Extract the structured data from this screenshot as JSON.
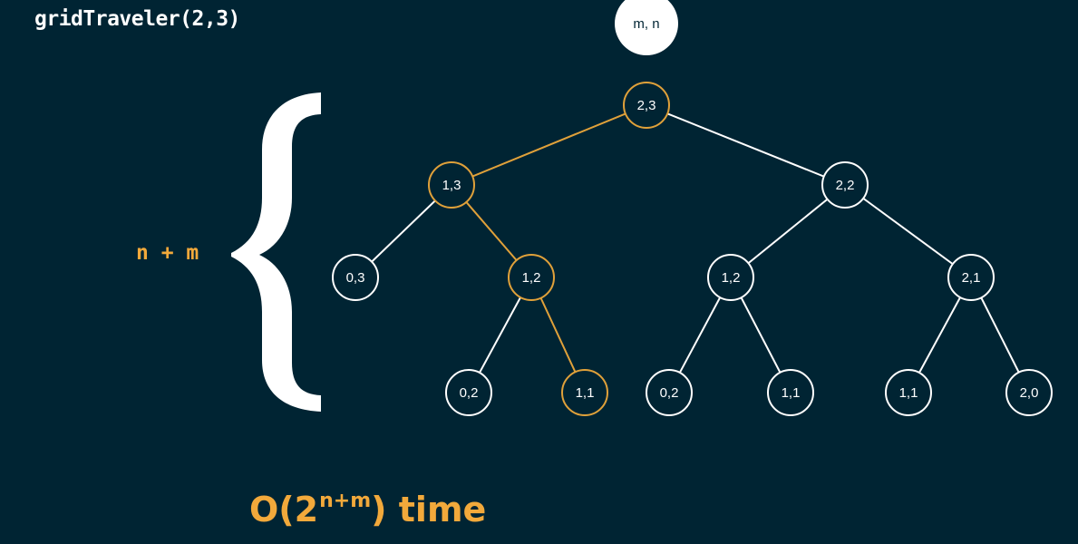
{
  "title": "gridTraveler(2,3)",
  "depth_label": "n + m",
  "complexity": {
    "prefix": "O(2",
    "exponent": "n+m",
    "suffix": ") time"
  },
  "legend_node": "m, n",
  "colors": {
    "background": "#002433",
    "edge": "#ffffff",
    "highlight": "#e0a13a",
    "node_fill": "#002433",
    "text": "#ffffff",
    "accent_text": "#f2a93b"
  },
  "tree": {
    "nodes": [
      {
        "id": "n23",
        "label": "2,3",
        "highlight": true
      },
      {
        "id": "n13",
        "label": "1,3",
        "highlight": true
      },
      {
        "id": "n22",
        "label": "2,2",
        "highlight": false
      },
      {
        "id": "n03",
        "label": "0,3",
        "highlight": false
      },
      {
        "id": "n12a",
        "label": "1,2",
        "highlight": true
      },
      {
        "id": "n12b",
        "label": "1,2",
        "highlight": false
      },
      {
        "id": "n21",
        "label": "2,1",
        "highlight": false
      },
      {
        "id": "n02a",
        "label": "0,2",
        "highlight": false
      },
      {
        "id": "n11a",
        "label": "1,1",
        "highlight": true
      },
      {
        "id": "n02b",
        "label": "0,2",
        "highlight": false
      },
      {
        "id": "n11b",
        "label": "1,1",
        "highlight": false
      },
      {
        "id": "n11c",
        "label": "1,1",
        "highlight": false
      },
      {
        "id": "n20",
        "label": "2,0",
        "highlight": false
      }
    ],
    "edges": [
      {
        "from": "n23",
        "to": "n13",
        "highlight": true
      },
      {
        "from": "n23",
        "to": "n22",
        "highlight": false
      },
      {
        "from": "n13",
        "to": "n03",
        "highlight": false
      },
      {
        "from": "n13",
        "to": "n12a",
        "highlight": true
      },
      {
        "from": "n22",
        "to": "n12b",
        "highlight": false
      },
      {
        "from": "n22",
        "to": "n21",
        "highlight": false
      },
      {
        "from": "n12a",
        "to": "n02a",
        "highlight": false
      },
      {
        "from": "n12a",
        "to": "n11a",
        "highlight": true
      },
      {
        "from": "n12b",
        "to": "n02b",
        "highlight": false
      },
      {
        "from": "n12b",
        "to": "n11b",
        "highlight": false
      },
      {
        "from": "n21",
        "to": "n11c",
        "highlight": false
      },
      {
        "from": "n21",
        "to": "n20",
        "highlight": false
      }
    ]
  }
}
